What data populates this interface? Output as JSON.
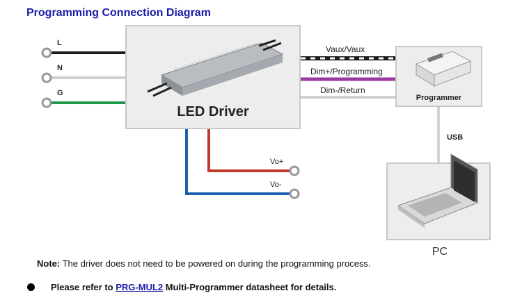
{
  "title": "Programming Connection Diagram",
  "inputs": {
    "l": "L",
    "n": "N",
    "g": "G"
  },
  "led_driver": {
    "label": "LED Driver"
  },
  "outputs": {
    "vo_plus": "Vo+",
    "vo_minus": "Vo-"
  },
  "signals": {
    "vaux": "Vaux/Vaux",
    "dim_plus": "Dim+/Programming",
    "dim_minus": "Dim-/Return"
  },
  "programmer": {
    "label": "Programmer"
  },
  "usb": "USB",
  "pc": {
    "label": "PC"
  },
  "note": {
    "prefix": "Note:",
    "text": "The driver does not need to be powered on during the programming process."
  },
  "refer": {
    "prefix": "Please refer to",
    "link": "PRG-MUL2",
    "suffix": "Multi-Programmer datasheet for details."
  },
  "colors": {
    "title": "#1a1aa8",
    "line": "#1c1c1c",
    "earth": "#1f9a4a",
    "dim": "#9b3aa0",
    "vo_plus": "#c0392b",
    "vo_minus": "#1f5fb0",
    "box": "#ededed"
  }
}
